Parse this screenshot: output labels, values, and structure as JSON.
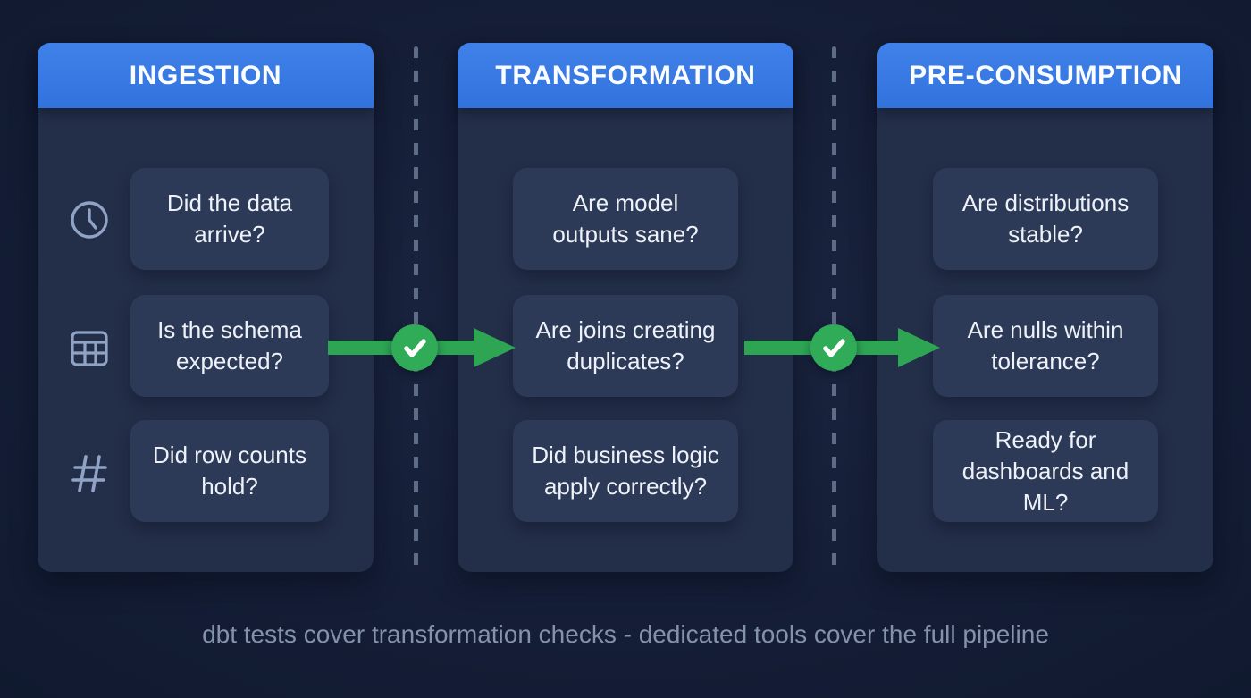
{
  "diagram": {
    "columns": [
      {
        "title": "INGESTION",
        "cards": [
          {
            "text": "Did the data\narrive?",
            "icon": "clock-icon"
          },
          {
            "text": "Is the schema\nexpected?",
            "icon": "table-icon"
          },
          {
            "text": "Did row counts\nhold?",
            "icon": "hash-icon"
          }
        ]
      },
      {
        "title": "TRANSFORMATION",
        "cards": [
          {
            "text": "Are model\noutputs sane?"
          },
          {
            "text": "Are joins creating\nduplicates?"
          },
          {
            "text": "Did business logic\napply correctly?"
          }
        ]
      },
      {
        "title": "PRE-CONSUMPTION",
        "cards": [
          {
            "text": "Are distributions\nstable?"
          },
          {
            "text": "Are nulls within\ntolerance?"
          },
          {
            "text": "Ready for\ndashboards and\nML?"
          }
        ]
      }
    ],
    "connectors": [
      {
        "from": "INGESTION",
        "to": "TRANSFORMATION",
        "icon": "check-icon"
      },
      {
        "from": "TRANSFORMATION",
        "to": "PRE-CONSUMPTION",
        "icon": "check-icon"
      }
    ],
    "caption": "dbt tests cover transformation checks - dedicated tools cover the full pipeline"
  },
  "colors": {
    "background": "#141d35",
    "column_bg": "#232e49",
    "card_bg": "#2c3a58",
    "header_blue": "#3778e3",
    "connector_green": "#2da553",
    "check_circle_green": "#30ac58",
    "dash_gray": "#5f6c88",
    "card_text": "#eef2f8",
    "caption_text": "#8592ac",
    "icon_color": "#9cb0d2"
  }
}
